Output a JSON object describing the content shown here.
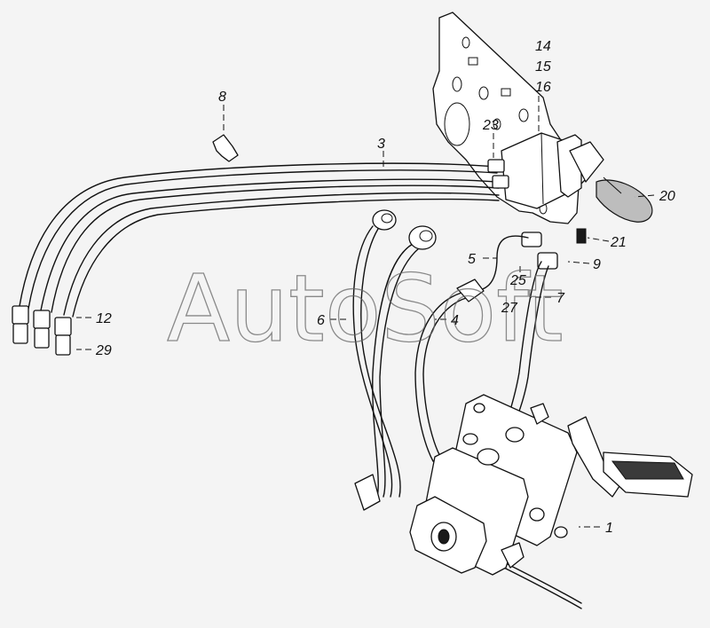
{
  "watermark": "AutoSoft",
  "callouts": [
    {
      "id": "c1",
      "text": "1"
    },
    {
      "id": "c3",
      "text": "3"
    },
    {
      "id": "c4",
      "text": "4"
    },
    {
      "id": "c5",
      "text": "5"
    },
    {
      "id": "c6",
      "text": "6"
    },
    {
      "id": "c7",
      "text": "7"
    },
    {
      "id": "c8",
      "text": "8"
    },
    {
      "id": "c9",
      "text": "9"
    },
    {
      "id": "c12",
      "text": "12"
    },
    {
      "id": "c14",
      "text": "14"
    },
    {
      "id": "c15",
      "text": "15"
    },
    {
      "id": "c16",
      "text": "16"
    },
    {
      "id": "c20",
      "text": "20"
    },
    {
      "id": "c21",
      "text": "21"
    },
    {
      "id": "c23",
      "text": "23"
    },
    {
      "id": "c25",
      "text": "25"
    },
    {
      "id": "c27",
      "text": "27"
    },
    {
      "id": "c29",
      "text": "29"
    }
  ]
}
